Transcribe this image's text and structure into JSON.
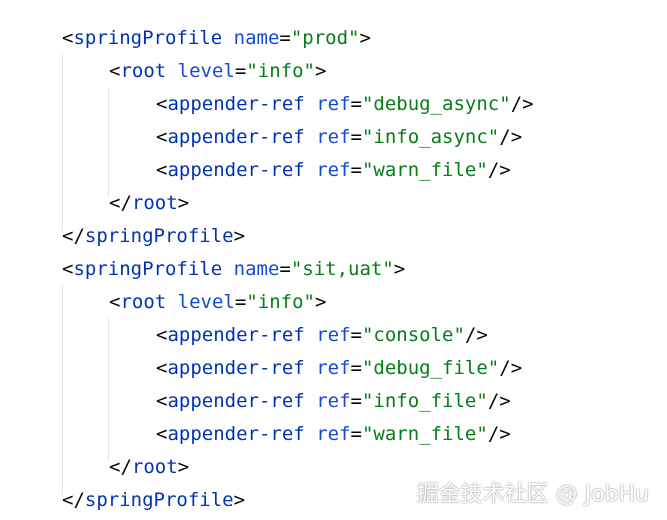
{
  "editor": {
    "lines": [
      {
        "indent": 0,
        "parts": [
          {
            "k": "p",
            "t": "<"
          },
          {
            "k": "t",
            "t": "springProfile"
          },
          {
            "k": "s",
            "t": " "
          },
          {
            "k": "a",
            "t": "name"
          },
          {
            "k": "p",
            "t": "="
          },
          {
            "k": "v",
            "t": "\"prod\""
          },
          {
            "k": "p",
            "t": ">"
          }
        ]
      },
      {
        "indent": 1,
        "parts": [
          {
            "k": "p",
            "t": "<"
          },
          {
            "k": "t",
            "t": "root"
          },
          {
            "k": "s",
            "t": " "
          },
          {
            "k": "a",
            "t": "level"
          },
          {
            "k": "p",
            "t": "="
          },
          {
            "k": "v",
            "t": "\"info\""
          },
          {
            "k": "p",
            "t": ">"
          }
        ]
      },
      {
        "indent": 2,
        "parts": [
          {
            "k": "p",
            "t": "<"
          },
          {
            "k": "t",
            "t": "appender-ref"
          },
          {
            "k": "s",
            "t": " "
          },
          {
            "k": "a",
            "t": "ref"
          },
          {
            "k": "p",
            "t": "="
          },
          {
            "k": "v",
            "t": "\"debug_async\""
          },
          {
            "k": "p",
            "t": "/>"
          }
        ]
      },
      {
        "indent": 2,
        "parts": [
          {
            "k": "p",
            "t": "<"
          },
          {
            "k": "t",
            "t": "appender-ref"
          },
          {
            "k": "s",
            "t": " "
          },
          {
            "k": "a",
            "t": "ref"
          },
          {
            "k": "p",
            "t": "="
          },
          {
            "k": "v",
            "t": "\"info_async\""
          },
          {
            "k": "p",
            "t": "/>"
          }
        ]
      },
      {
        "indent": 2,
        "parts": [
          {
            "k": "p",
            "t": "<"
          },
          {
            "k": "t",
            "t": "appender-ref"
          },
          {
            "k": "s",
            "t": " "
          },
          {
            "k": "a",
            "t": "ref"
          },
          {
            "k": "p",
            "t": "="
          },
          {
            "k": "v",
            "t": "\"warn_file\""
          },
          {
            "k": "p",
            "t": "/>"
          }
        ]
      },
      {
        "indent": 1,
        "parts": [
          {
            "k": "p",
            "t": "</"
          },
          {
            "k": "t",
            "t": "root"
          },
          {
            "k": "p",
            "t": ">"
          }
        ]
      },
      {
        "indent": 0,
        "parts": [
          {
            "k": "p",
            "t": "</"
          },
          {
            "k": "t",
            "t": "springProfile"
          },
          {
            "k": "p",
            "t": ">"
          }
        ]
      },
      {
        "indent": 0,
        "parts": [
          {
            "k": "p",
            "t": "<"
          },
          {
            "k": "t",
            "t": "springProfile"
          },
          {
            "k": "s",
            "t": " "
          },
          {
            "k": "a",
            "t": "name"
          },
          {
            "k": "p",
            "t": "="
          },
          {
            "k": "v",
            "t": "\"sit,uat\""
          },
          {
            "k": "p",
            "t": ">"
          }
        ]
      },
      {
        "indent": 1,
        "parts": [
          {
            "k": "p",
            "t": "<"
          },
          {
            "k": "t",
            "t": "root"
          },
          {
            "k": "s",
            "t": " "
          },
          {
            "k": "a",
            "t": "level"
          },
          {
            "k": "p",
            "t": "="
          },
          {
            "k": "v",
            "t": "\"info\""
          },
          {
            "k": "p",
            "t": ">"
          }
        ]
      },
      {
        "indent": 2,
        "parts": [
          {
            "k": "p",
            "t": "<"
          },
          {
            "k": "t",
            "t": "appender-ref"
          },
          {
            "k": "s",
            "t": " "
          },
          {
            "k": "a",
            "t": "ref"
          },
          {
            "k": "p",
            "t": "="
          },
          {
            "k": "v",
            "t": "\"console\""
          },
          {
            "k": "p",
            "t": "/>"
          }
        ]
      },
      {
        "indent": 2,
        "parts": [
          {
            "k": "p",
            "t": "<"
          },
          {
            "k": "t",
            "t": "appender-ref"
          },
          {
            "k": "s",
            "t": " "
          },
          {
            "k": "a",
            "t": "ref"
          },
          {
            "k": "p",
            "t": "="
          },
          {
            "k": "v",
            "t": "\"debug_file\""
          },
          {
            "k": "p",
            "t": "/>"
          }
        ]
      },
      {
        "indent": 2,
        "parts": [
          {
            "k": "p",
            "t": "<"
          },
          {
            "k": "t",
            "t": "appender-ref"
          },
          {
            "k": "s",
            "t": " "
          },
          {
            "k": "a",
            "t": "ref"
          },
          {
            "k": "p",
            "t": "="
          },
          {
            "k": "v",
            "t": "\"info_file\""
          },
          {
            "k": "p",
            "t": "/>"
          }
        ]
      },
      {
        "indent": 2,
        "parts": [
          {
            "k": "p",
            "t": "<"
          },
          {
            "k": "t",
            "t": "appender-ref"
          },
          {
            "k": "s",
            "t": " "
          },
          {
            "k": "a",
            "t": "ref"
          },
          {
            "k": "p",
            "t": "="
          },
          {
            "k": "v",
            "t": "\"warn_file\""
          },
          {
            "k": "p",
            "t": "/>"
          }
        ]
      },
      {
        "indent": 1,
        "parts": [
          {
            "k": "p",
            "t": "</"
          },
          {
            "k": "t",
            "t": "root"
          },
          {
            "k": "p",
            "t": ">"
          }
        ]
      },
      {
        "indent": 0,
        "parts": [
          {
            "k": "p",
            "t": "</"
          },
          {
            "k": "t",
            "t": "springProfile"
          },
          {
            "k": "p",
            "t": ">"
          }
        ]
      }
    ],
    "colors": {
      "tag": "#0033b3",
      "attribute": "#174ad4",
      "value": "#067d17",
      "punctuation": "#080808",
      "guide": "#e6e6e6",
      "background": "#ffffff"
    }
  },
  "watermark": {
    "text": "掘金技术社区 @ JobHu"
  }
}
